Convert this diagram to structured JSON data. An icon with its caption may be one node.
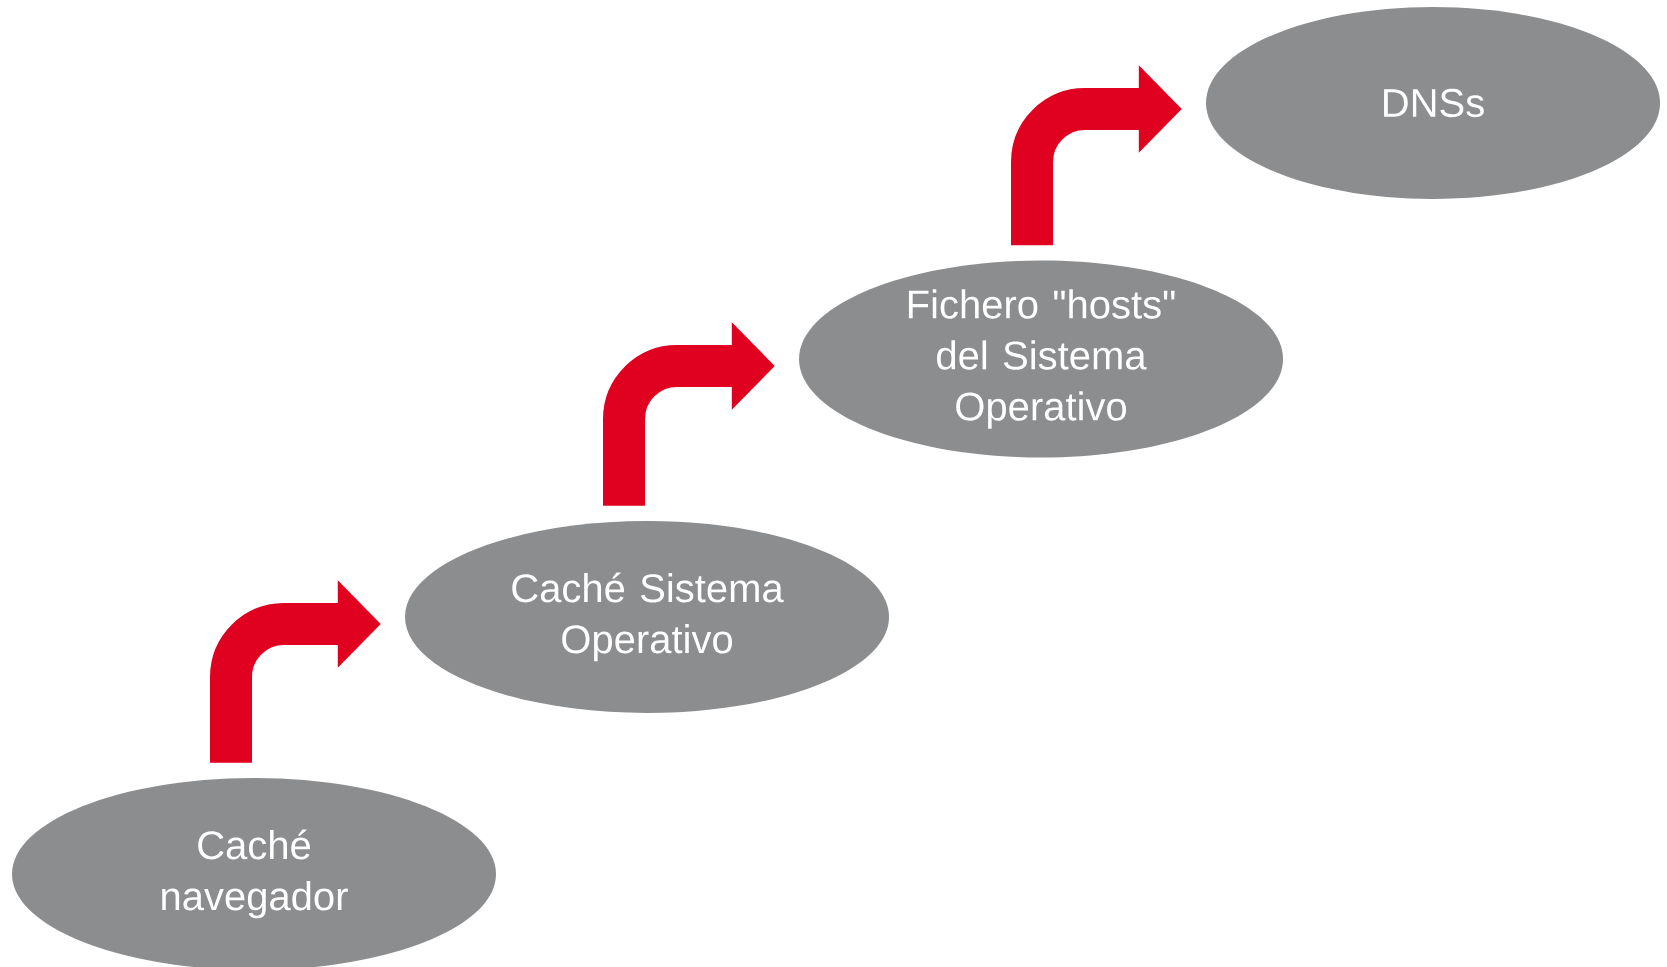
{
  "diagram": {
    "nodes": [
      {
        "text": [
          "Caché navegador"
        ]
      },
      {
        "text": [
          "Caché Sistema Operativo"
        ]
      },
      {
        "text": [
          "Fichero \"hosts\" del Sistema Operativo"
        ]
      },
      {
        "text": [
          "DNSs"
        ]
      }
    ],
    "edges": [
      {
        "from": 0,
        "to": 1,
        "arrow": "to"
      },
      {
        "from": 1,
        "to": 2,
        "arrow": "to"
      },
      {
        "from": 2,
        "to": 3,
        "arrow": "to"
      }
    ]
  }
}
